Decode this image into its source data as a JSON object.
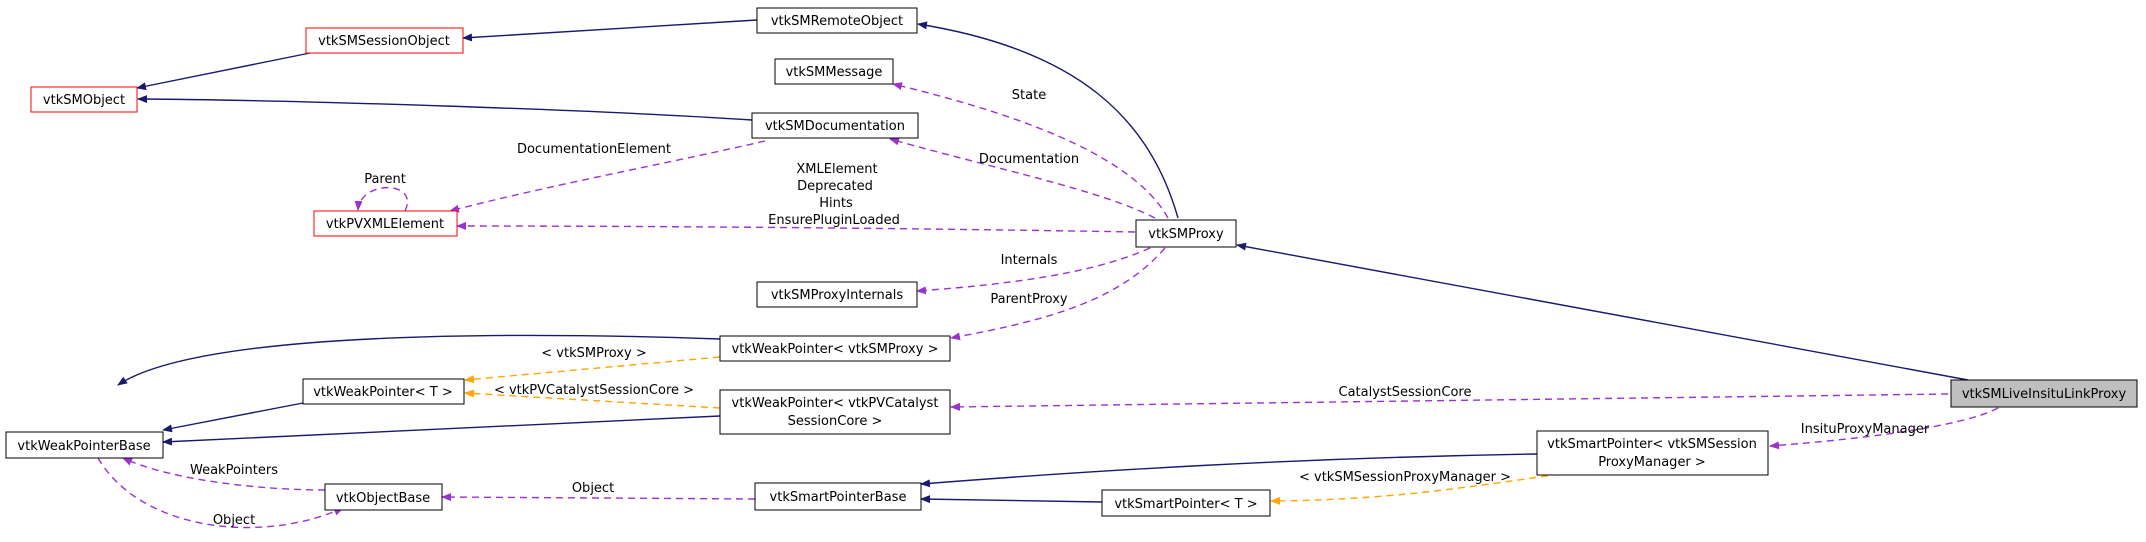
{
  "diagram": {
    "nodes": {
      "remote_object": {
        "label": "vtkSMRemoteObject"
      },
      "session_object": {
        "label": "vtkSMSessionObject"
      },
      "sm_object": {
        "label": "vtkSMObject"
      },
      "sm_message": {
        "label": "vtkSMMessage"
      },
      "documentation": {
        "label": "vtkSMDocumentation"
      },
      "xml_element": {
        "label": "vtkPVXMLElement"
      },
      "sm_proxy": {
        "label": "vtkSMProxy"
      },
      "proxy_internals": {
        "label": "vtkSMProxyInternals"
      },
      "weak_ptr_proxy": {
        "label": "vtkWeakPointer< vtkSMProxy >"
      },
      "weak_ptr_t": {
        "label": "vtkWeakPointer< T >"
      },
      "weak_ptr_catalyst": {
        "label_line1": "vtkWeakPointer< vtkPVCatalyst",
        "label_line2": "SessionCore >"
      },
      "weak_ptr_base": {
        "label": "vtkWeakPointerBase"
      },
      "object_base": {
        "label": "vtkObjectBase"
      },
      "smart_ptr_base": {
        "label": "vtkSmartPointerBase"
      },
      "smart_ptr_t": {
        "label": "vtkSmartPointer< T >"
      },
      "smart_ptr_session": {
        "label_line1": "vtkSmartPointer< vtkSMSession",
        "label_line2": "ProxyManager >"
      },
      "live_insitu": {
        "label": "vtkSMLiveInsituLinkProxy"
      }
    },
    "edge_labels": {
      "state": "State",
      "documentation": "Documentation",
      "documentation_element": "DocumentationElement",
      "parent": "Parent",
      "xml_element_lines": [
        "XMLElement",
        "Deprecated",
        "Hints",
        "EnsurePluginLoaded"
      ],
      "internals": "Internals",
      "parent_proxy": "ParentProxy",
      "tpl_sm_proxy": "< vtkSMProxy >",
      "tpl_catalyst": "< vtkPVCatalystSessionCore >",
      "catalyst_session_core": "CatalystSessionCore",
      "insitu_proxy_manager": "InsituProxyManager",
      "weak_pointers": "WeakPointers",
      "object_1": "Object",
      "object_2": "Object",
      "tpl_session_pm": "< vtkSMSessionProxyManager >"
    },
    "colors": {
      "inheritance": "#191970",
      "usage": "#9a32cd",
      "template": "#ffa500",
      "node_border": "#000000",
      "truncated_border": "#ff0000",
      "highlight_fill": "#bfbfbf"
    }
  }
}
